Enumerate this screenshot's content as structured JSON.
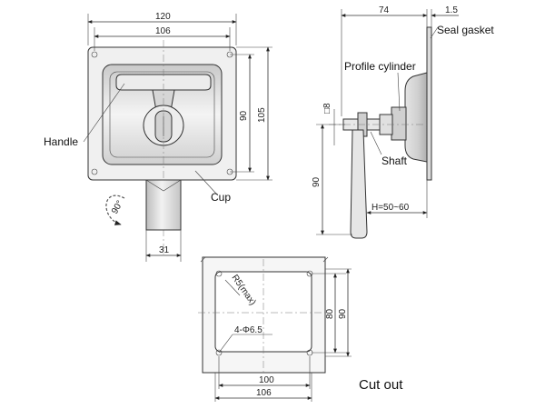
{
  "front_view": {
    "dim_overall_width": "120",
    "dim_flange_width": "106",
    "dim_cup_height": "90",
    "dim_overall_height": "105",
    "dim_cylinder_width": "31",
    "label_handle": "Handle",
    "label_cup": "Cup",
    "rotation_label": "90°"
  },
  "side_view": {
    "dim_depth": "74",
    "dim_gasket_thickness": "1.5",
    "dim_square_shaft": "□8",
    "dim_handle_reach": "90",
    "dim_h_range": "H=50~60",
    "label_seal_gasket": "Seal gasket",
    "label_profile_cylinder": "Profile cylinder",
    "label_shaft": "Shaft"
  },
  "cutout_view": {
    "dim_corner_radius": "R5(max)",
    "dim_holes": "4-Φ6.5",
    "dim_inner_width": "100",
    "dim_outer_width": "106",
    "dim_inner_height": "80",
    "dim_outer_height": "90",
    "title": "Cut out"
  },
  "colors": {
    "line": "#333333",
    "plate_fill": "#f0f0f0",
    "metal_fill": "#d8d8d8",
    "shadow_fill": "#b8b8b8"
  }
}
